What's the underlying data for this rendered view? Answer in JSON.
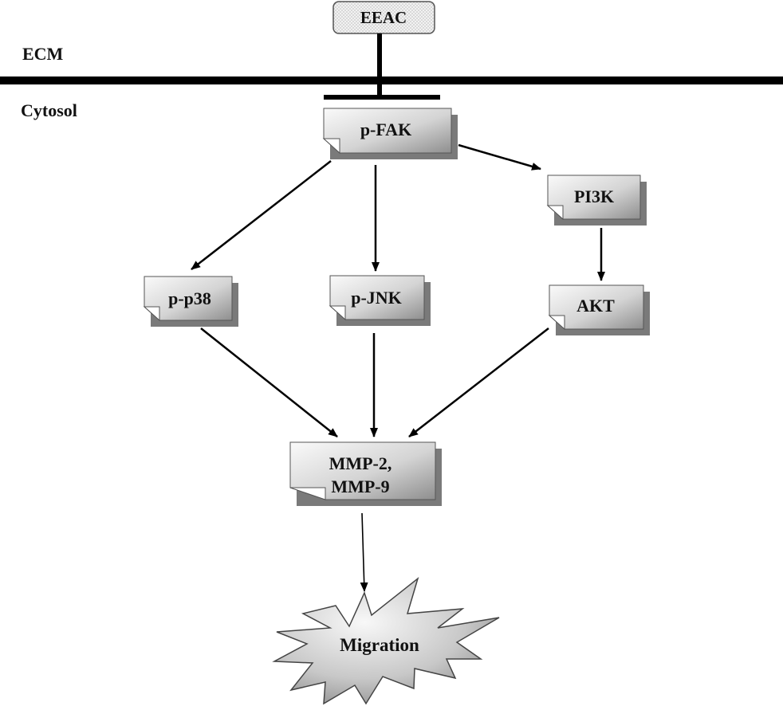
{
  "regions": {
    "ecm": "ECM",
    "cytosol": "Cytosol"
  },
  "nodes": {
    "eeac": "EEAC",
    "pfak": "p-FAK",
    "pi3k": "PI3K",
    "pp38": "p-p38",
    "pjnk": "p-JNK",
    "akt": "AKT",
    "mmp_line1": "MMP-2,",
    "mmp_line2": "MMP-9",
    "migration": "Migration"
  },
  "edges": [
    {
      "from": "EEAC",
      "to": "p-FAK",
      "type": "inhibition"
    },
    {
      "from": "p-FAK",
      "to": "p-p38",
      "type": "activation"
    },
    {
      "from": "p-FAK",
      "to": "p-JNK",
      "type": "activation"
    },
    {
      "from": "p-FAK",
      "to": "PI3K",
      "type": "activation"
    },
    {
      "from": "PI3K",
      "to": "AKT",
      "type": "activation"
    },
    {
      "from": "p-p38",
      "to": "MMP-2, MMP-9",
      "type": "activation"
    },
    {
      "from": "p-JNK",
      "to": "MMP-2, MMP-9",
      "type": "activation"
    },
    {
      "from": "AKT",
      "to": "MMP-2, MMP-9",
      "type": "activation"
    },
    {
      "from": "MMP-2, MMP-9",
      "to": "Migration",
      "type": "activation"
    }
  ],
  "colors": {
    "line": "#000000",
    "box_light": "#f7f7f7",
    "box_dark": "#9a9a9a",
    "shadow": "#7a7a7a",
    "eeac_fill": "#eeeeee"
  }
}
